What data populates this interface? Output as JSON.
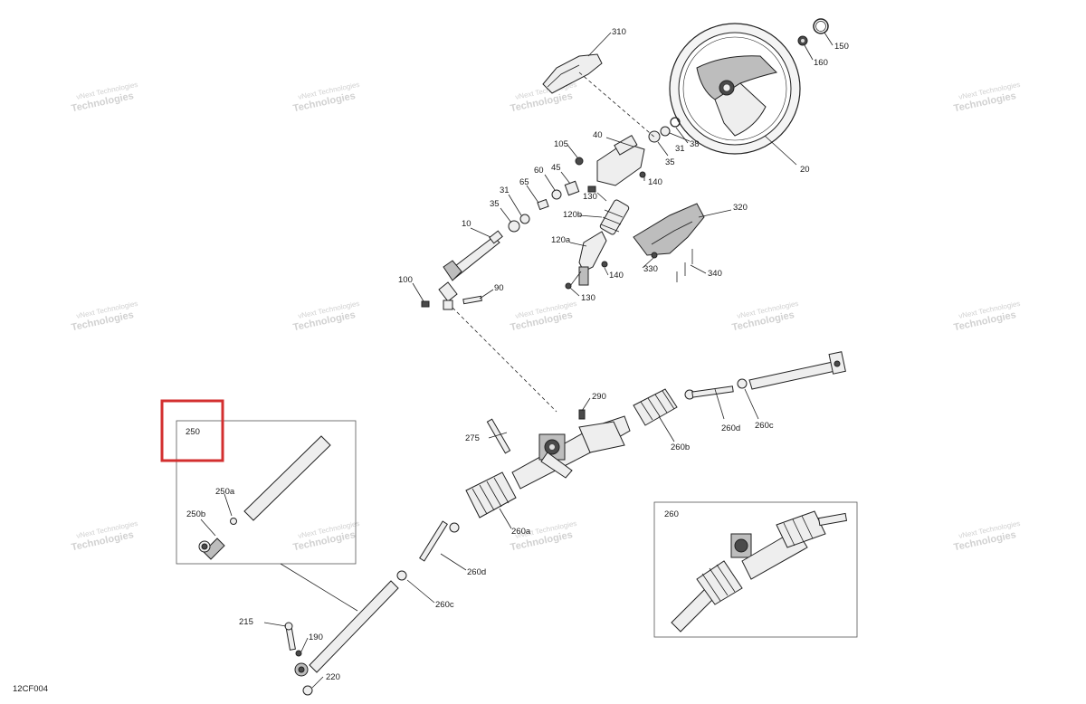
{
  "diagram_code": "12CF004",
  "watermark": {
    "line1": "vNext Technologies",
    "line2": "Technologies"
  },
  "callouts": {
    "c310": "310",
    "c150": "150",
    "c160": "160",
    "c20": "20",
    "c40": "40",
    "c105": "105",
    "c35a": "35",
    "c31a": "31",
    "c38": "38",
    "c60": "60",
    "c45": "45",
    "c65": "65",
    "c31b": "31",
    "c35b": "35",
    "c130a": "130",
    "c140a": "140",
    "c120b": "120b",
    "c120a": "120a",
    "c320": "320",
    "c10": "10",
    "c330": "330",
    "c340": "340",
    "c140b": "140",
    "c130b": "130",
    "c100": "100",
    "c90": "90",
    "c290": "290",
    "c275": "275",
    "c260b": "260b",
    "c260d_top": "260d",
    "c260c_top": "260c",
    "c250": "250",
    "c250a": "250a",
    "c250b": "250b",
    "c260a": "260a",
    "c260d": "260d",
    "c260c": "260c",
    "c260": "260",
    "c215": "215",
    "c190": "190",
    "c220": "220"
  }
}
